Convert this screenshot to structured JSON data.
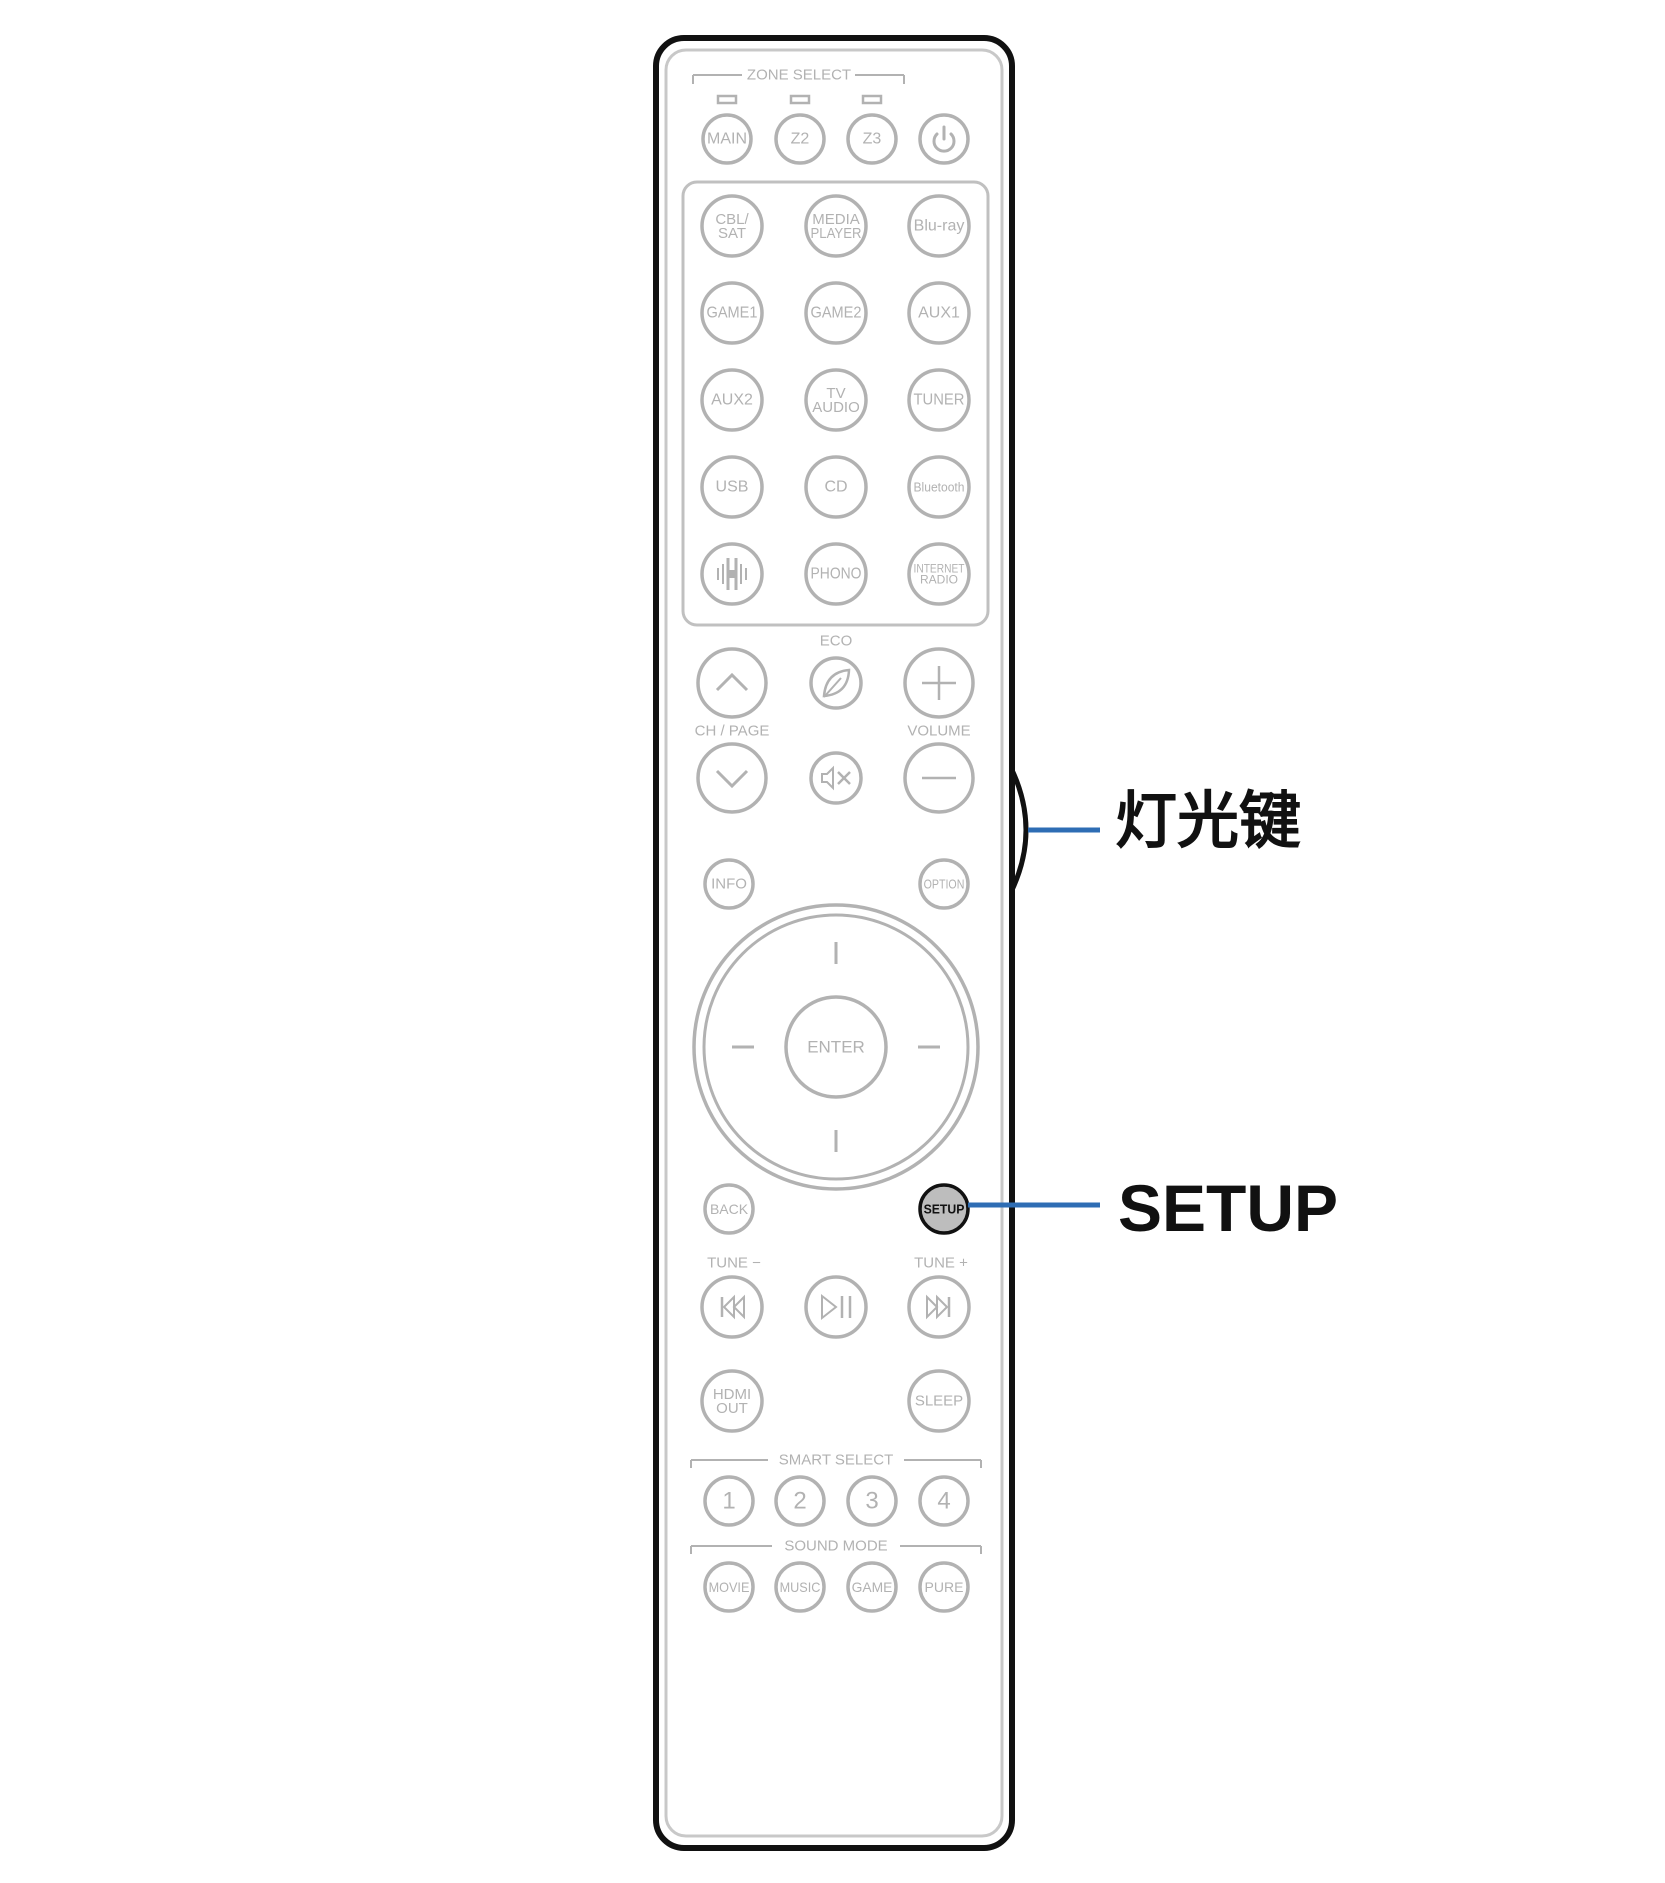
{
  "remote": {
    "zone_select": {
      "label": "ZONE SELECT",
      "buttons": [
        "MAIN",
        "Z2",
        "Z3"
      ],
      "power_icon": "power-icon"
    },
    "sources": [
      [
        "CBL/\nSAT",
        "MEDIA\nPLAYER",
        "Blu-ray"
      ],
      [
        "GAME1",
        "GAME2",
        "AUX1"
      ],
      [
        "AUX2",
        "TV\nAUDIO",
        "TUNER"
      ],
      [
        "USB",
        "CD",
        "Bluetooth"
      ],
      [
        "",
        "PHONO",
        "INTERNET\nRADIO"
      ]
    ],
    "heos_icon": "heos-icon",
    "eco_label": "ECO",
    "ch_page_label": "CH / PAGE",
    "volume_label": "VOLUME",
    "info": "INFO",
    "option": "OPTION",
    "enter": "ENTER",
    "back": "BACK",
    "setup": "SETUP",
    "tune_minus": "TUNE −",
    "tune_plus": "TUNE +",
    "hdmi_out": "HDMI\nOUT",
    "sleep": "SLEEP",
    "smart_select": {
      "label": "SMART SELECT",
      "buttons": [
        "1",
        "2",
        "3",
        "4"
      ]
    },
    "sound_mode": {
      "label": "SOUND MODE",
      "buttons": [
        "MOVIE",
        "MUSIC",
        "GAME",
        "PURE"
      ]
    }
  },
  "callouts": {
    "light_key": "灯光键",
    "setup": "SETUP",
    "line_color": "#2e6db4"
  },
  "colors": {
    "outline": "#111111",
    "button_gray": "#b2b2b2",
    "setup_fill": "#bdbdbd"
  }
}
